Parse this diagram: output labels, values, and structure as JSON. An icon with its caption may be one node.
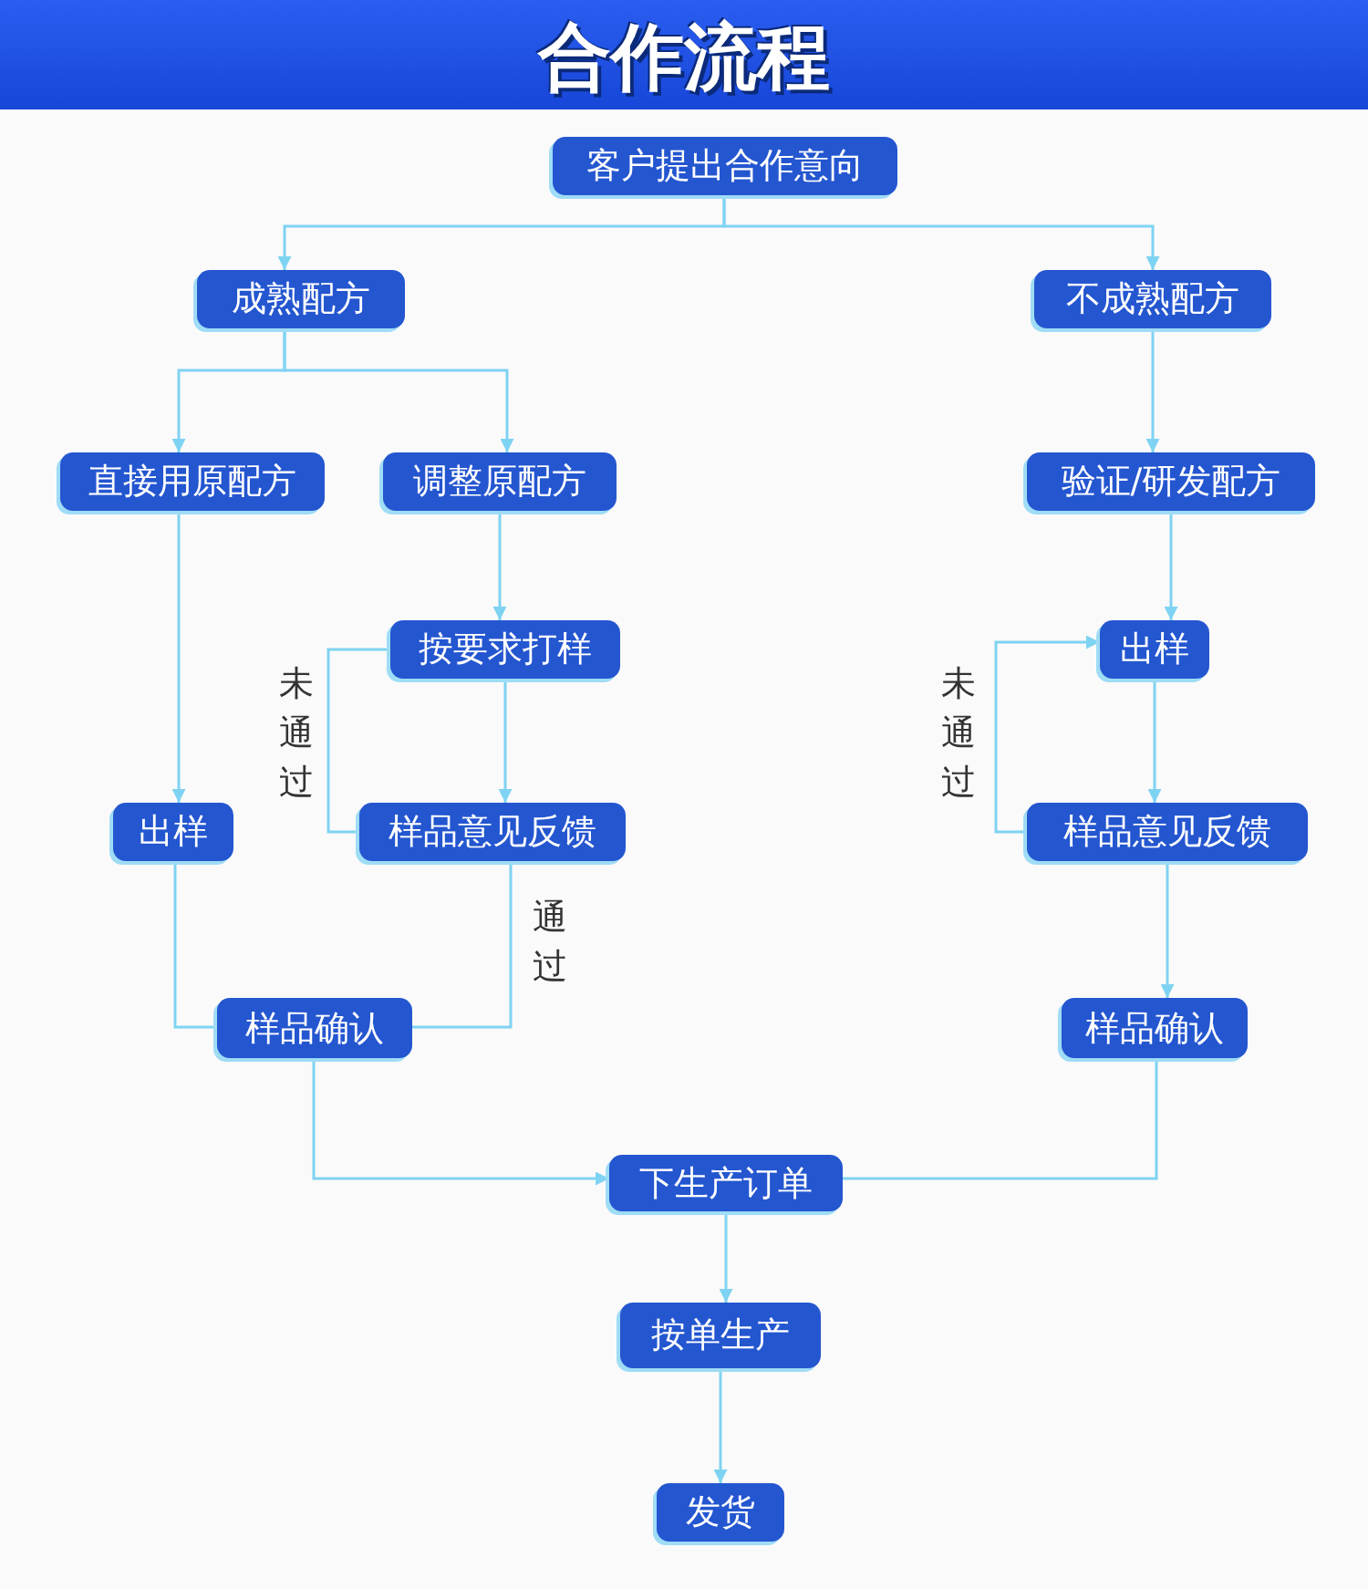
{
  "diagram": {
    "title": "合作流程",
    "nodes": [
      {
        "text": [
          "客户提出合作意向"
        ]
      },
      {
        "text": [
          "成熟配方"
        ]
      },
      {
        "text": [
          "不成熟配方"
        ]
      },
      {
        "text": [
          "直接用原配方"
        ]
      },
      {
        "text": [
          "调整原配方"
        ]
      },
      {
        "text": [
          "验证/研发配方"
        ]
      },
      {
        "text": [
          "按要求打样"
        ]
      },
      {
        "text": [
          "出样"
        ]
      },
      {
        "text": [
          "出样"
        ]
      },
      {
        "text": [
          "样品意见反馈"
        ]
      },
      {
        "text": [
          "样品意见反馈"
        ]
      },
      {
        "text": [
          "样品确认"
        ]
      },
      {
        "text": [
          "样品确认"
        ]
      },
      {
        "text": [
          "下生产订单"
        ]
      },
      {
        "text": [
          "按单生产"
        ]
      },
      {
        "text": [
          "发货"
        ]
      }
    ],
    "edges": [
      {
        "from": 0,
        "to": 1,
        "arrow": "to"
      },
      {
        "from": 0,
        "to": 2,
        "arrow": "to"
      },
      {
        "from": 1,
        "to": 3,
        "arrow": "to"
      },
      {
        "from": 1,
        "to": 4,
        "arrow": "to"
      },
      {
        "from": 2,
        "to": 5,
        "arrow": "to"
      },
      {
        "from": 4,
        "to": 6,
        "arrow": "to"
      },
      {
        "from": 6,
        "to": 9,
        "arrow": "to"
      },
      {
        "from": 9,
        "to": 6,
        "arrow": "none",
        "label": "未通过"
      },
      {
        "from": 3,
        "to": 8,
        "arrow": "to"
      },
      {
        "from": 8,
        "to": 11,
        "arrow": "none"
      },
      {
        "from": 9,
        "to": 11,
        "arrow": "none",
        "label": "通过"
      },
      {
        "from": 5,
        "to": 7,
        "arrow": "to"
      },
      {
        "from": 7,
        "to": 10,
        "arrow": "to"
      },
      {
        "from": 10,
        "to": 7,
        "arrow": "to",
        "label": "未通过"
      },
      {
        "from": 10,
        "to": 12,
        "arrow": "to"
      },
      {
        "from": 11,
        "to": 13,
        "arrow": "to"
      },
      {
        "from": 12,
        "to": 13,
        "arrow": "none"
      },
      {
        "from": 13,
        "to": 14,
        "arrow": "to"
      },
      {
        "from": 14,
        "to": 15,
        "arrow": "to"
      }
    ]
  }
}
